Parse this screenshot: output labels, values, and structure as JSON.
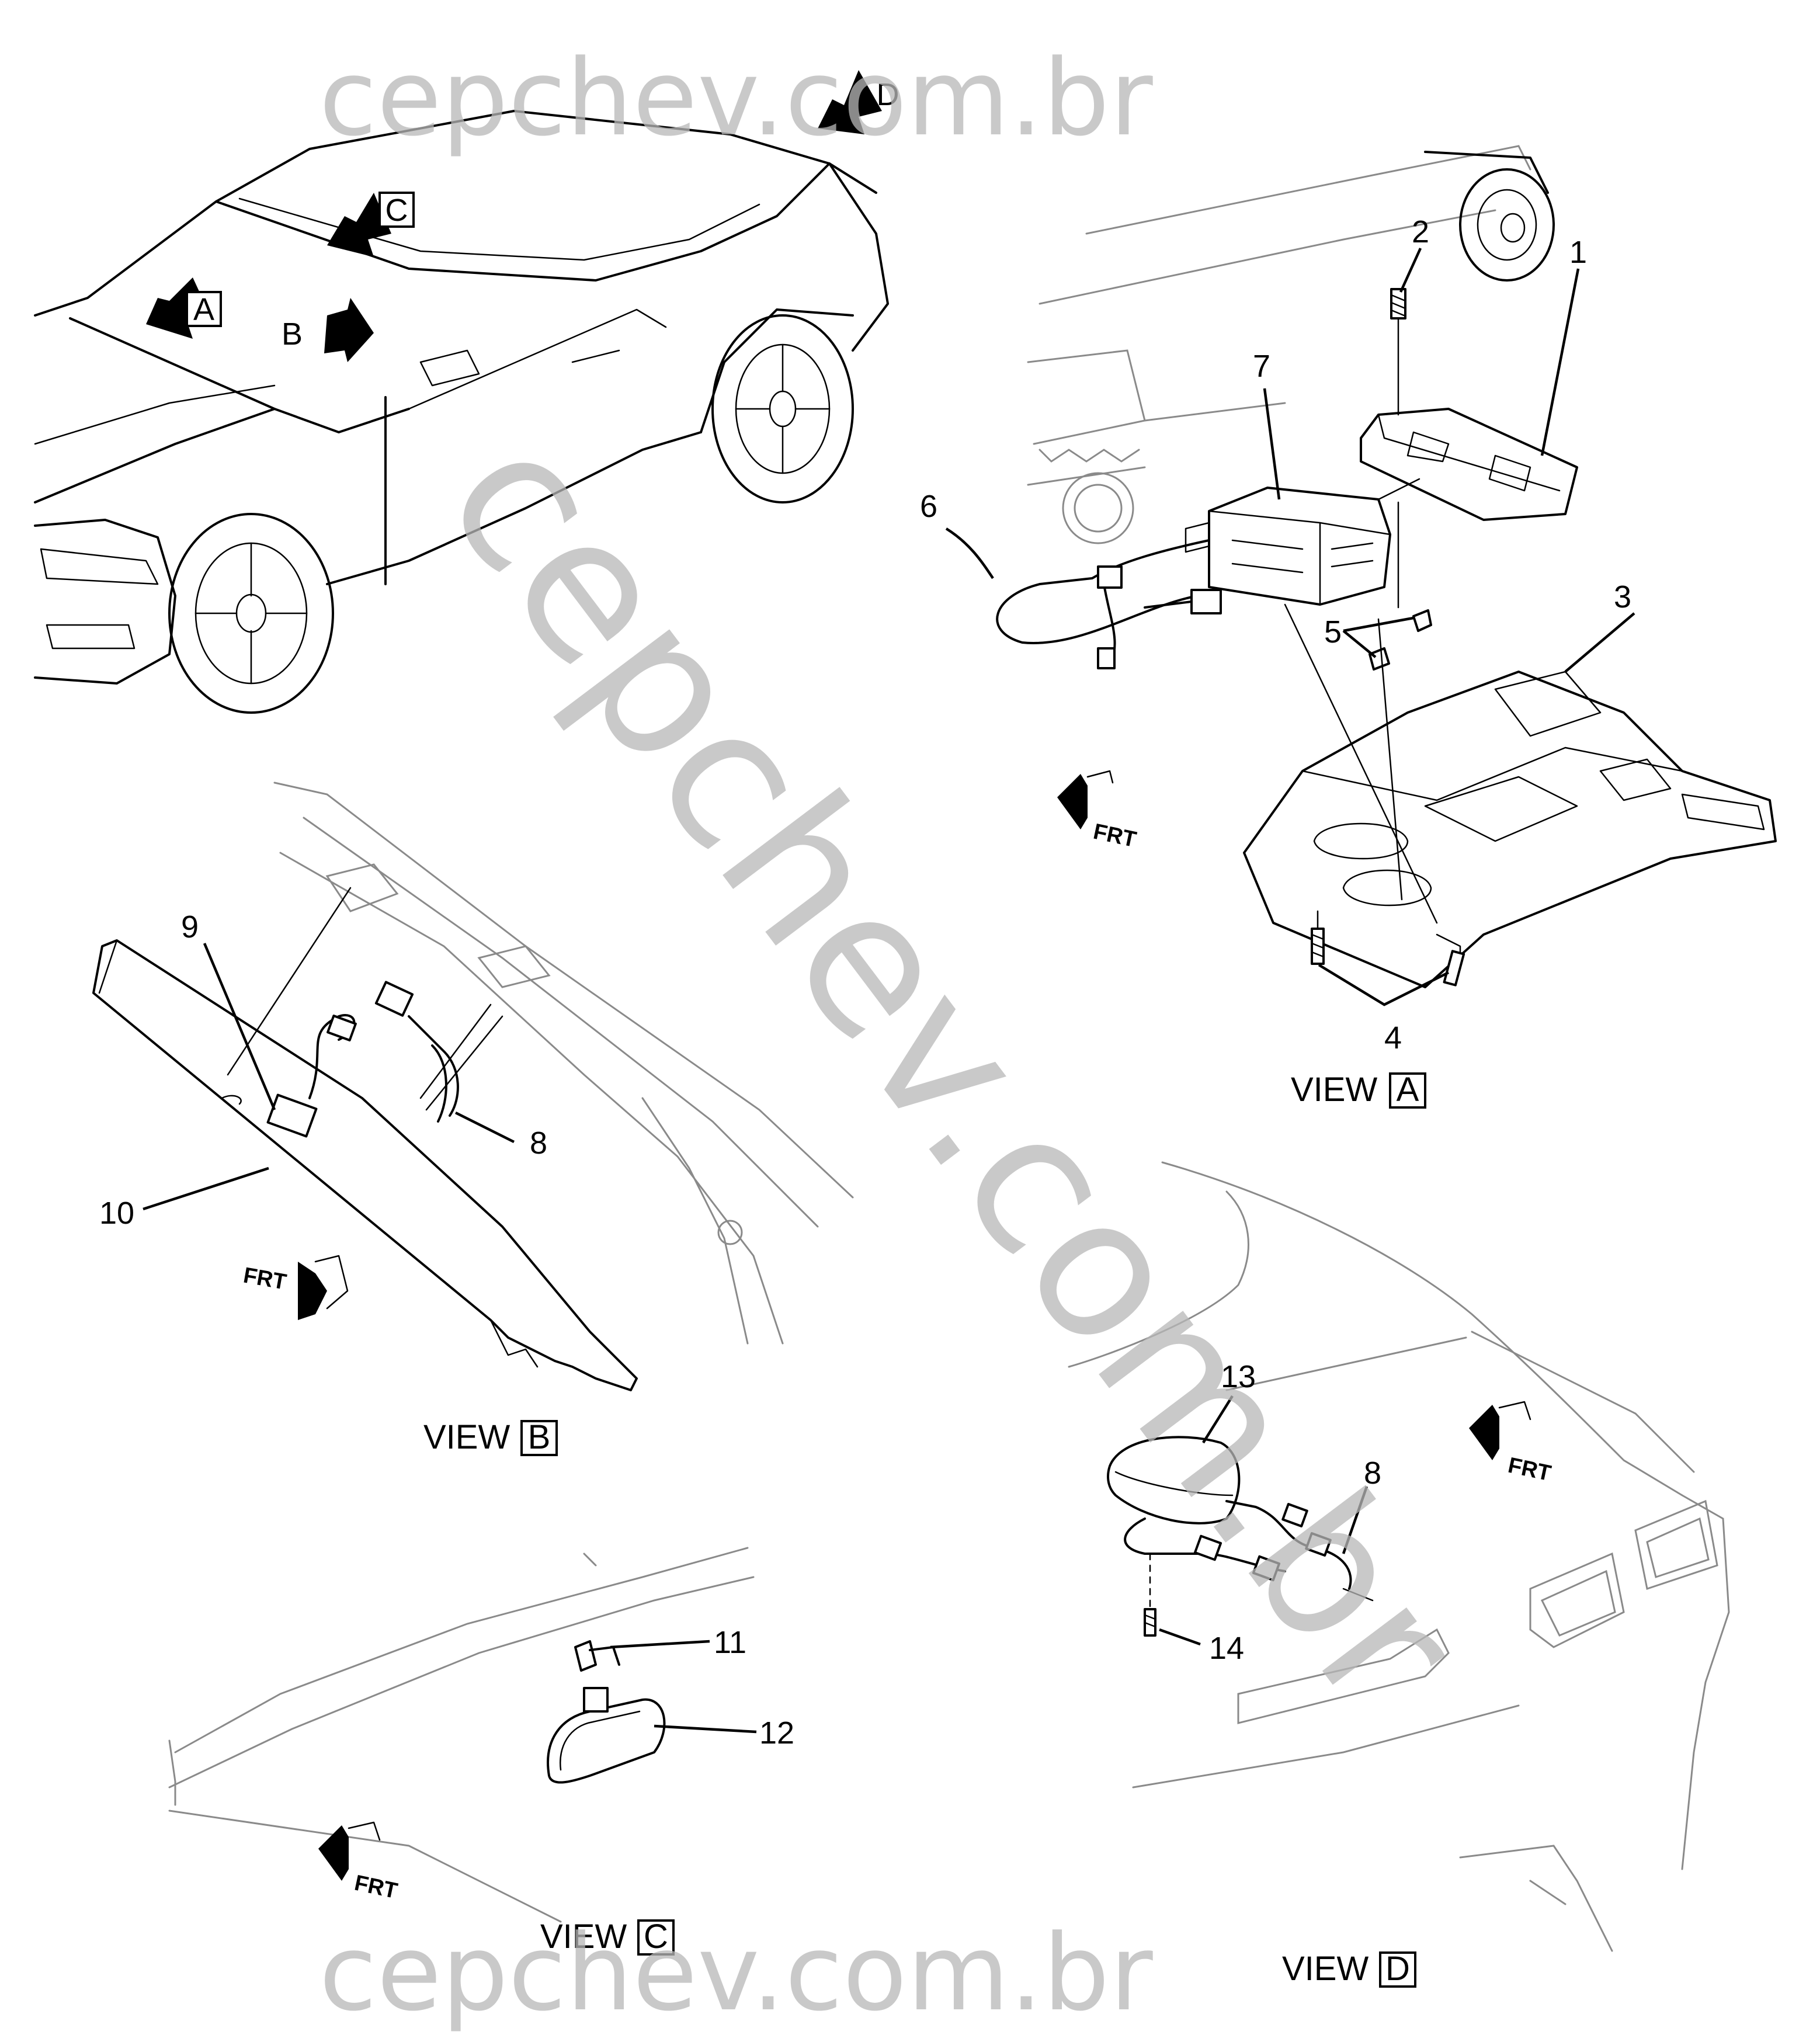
{
  "watermark": {
    "top": "cepchev.com.br",
    "diagonal": "cepchev.com.br",
    "bottom": "cepchev.com.br"
  },
  "overview_arrows": {
    "a": "A",
    "b": "B",
    "c": "C",
    "d": "D"
  },
  "callouts": {
    "c1": "1",
    "c2": "2",
    "c3": "3",
    "c4": "4",
    "c5": "5",
    "c6": "6",
    "c7": "7",
    "c8a": "8",
    "c8b": "8",
    "c9": "9",
    "c10": "10",
    "c11": "11",
    "c12": "12",
    "c13": "13",
    "c14": "14"
  },
  "views": {
    "a": {
      "prefix": "VIEW",
      "letter": "A"
    },
    "b": {
      "prefix": "VIEW",
      "letter": "B"
    },
    "c": {
      "prefix": "VIEW",
      "letter": "C"
    },
    "d": {
      "prefix": "VIEW",
      "letter": "D"
    }
  },
  "frt_labels": {
    "a": "FRT",
    "b": "FRT",
    "c": "FRT",
    "d": "FRT"
  },
  "colors": {
    "line": "#000000",
    "watermark": "#b8b8b8",
    "phantom": "#8a8a8a",
    "background": "#ffffff"
  }
}
